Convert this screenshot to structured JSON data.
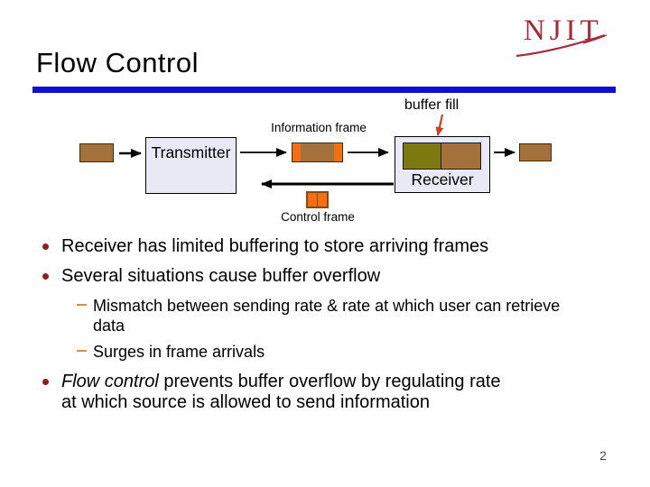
{
  "slide": {
    "title": "Flow Control",
    "logo_text": "NJIT",
    "page_number": "2"
  },
  "diagram": {
    "buffer_fill_label": "buffer fill",
    "information_frame_label": "Information frame",
    "control_frame_label": "Control frame",
    "transmitter_label": "Transmitter",
    "receiver_label": "Receiver"
  },
  "bullets": {
    "item1": "Receiver has limited buffering to store arriving frames",
    "item2": "Several situations cause buffer overflow",
    "sub1": "Mismatch between sending rate & rate at which user can retrieve\ndata",
    "sub2": "Surges in frame arrivals",
    "item3_italic": "Flow control",
    "item3_rest": " prevents buffer overflow by regulating rate\nat which source is allowed to send information"
  },
  "colors": {
    "accent_blue": "#0F0FCC",
    "njit_red": "#A52A3A",
    "frame_brown": "#A4713C",
    "frame_border": "#3A2B12",
    "frame_orange": "#F26F15",
    "control_border": "#8B4513",
    "buffer_olive": "#7D7910",
    "box_fill": "#E8E9F4",
    "bullet_red": "#8F1D1D",
    "dash_orange": "#CE9240",
    "arrow_red": "#CC4125",
    "page_number_gray": "#4D4D46"
  }
}
